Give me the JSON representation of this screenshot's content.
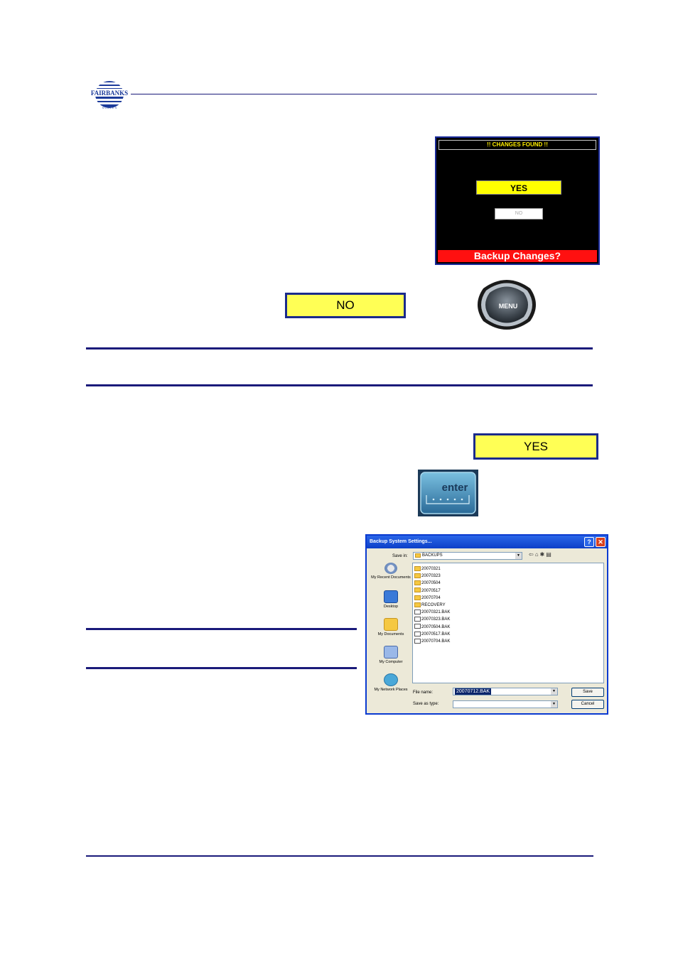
{
  "header": {
    "logo_text": "FAIRBANKS",
    "logo_subtext": "S C A L E S"
  },
  "changes_screen": {
    "title": "!! CHANGES FOUND !!",
    "yes_label": "YES",
    "no_label": "NO",
    "footer": "Backup Changes?"
  },
  "no_button": {
    "label": "NO"
  },
  "menu_key": {
    "label": "MENU"
  },
  "yes_button": {
    "label": "YES"
  },
  "enter_key": {
    "label": "enter"
  },
  "dialog": {
    "title": "Backup System Settings...",
    "save_in_label": "Save in:",
    "save_in_value": "BACKUPS",
    "places": [
      {
        "label": "My Recent Documents",
        "icon": "recent-documents-icon"
      },
      {
        "label": "Desktop",
        "icon": "desktop-icon"
      },
      {
        "label": "My Documents",
        "icon": "my-documents-icon"
      },
      {
        "label": "My Computer",
        "icon": "my-computer-icon"
      },
      {
        "label": "My Network Places",
        "icon": "network-places-icon"
      }
    ],
    "files": [
      {
        "name": "20070321",
        "type": "folder"
      },
      {
        "name": "20070323",
        "type": "folder"
      },
      {
        "name": "20070504",
        "type": "folder"
      },
      {
        "name": "20070517",
        "type": "folder"
      },
      {
        "name": "20070704",
        "type": "folder"
      },
      {
        "name": "RECOVERY",
        "type": "folder"
      },
      {
        "name": "20070321.BAK",
        "type": "file"
      },
      {
        "name": "20070323.BAK",
        "type": "file"
      },
      {
        "name": "20070504.BAK",
        "type": "file"
      },
      {
        "name": "20070517.BAK",
        "type": "file"
      },
      {
        "name": "20070704.BAK",
        "type": "file"
      }
    ],
    "file_name_label": "File name:",
    "file_name_value": "20070712.BAK",
    "save_as_type_label": "Save as type:",
    "save_as_type_value": "",
    "save_button": "Save",
    "cancel_button": "Cancel",
    "help_glyph": "?",
    "close_glyph": "✕"
  }
}
